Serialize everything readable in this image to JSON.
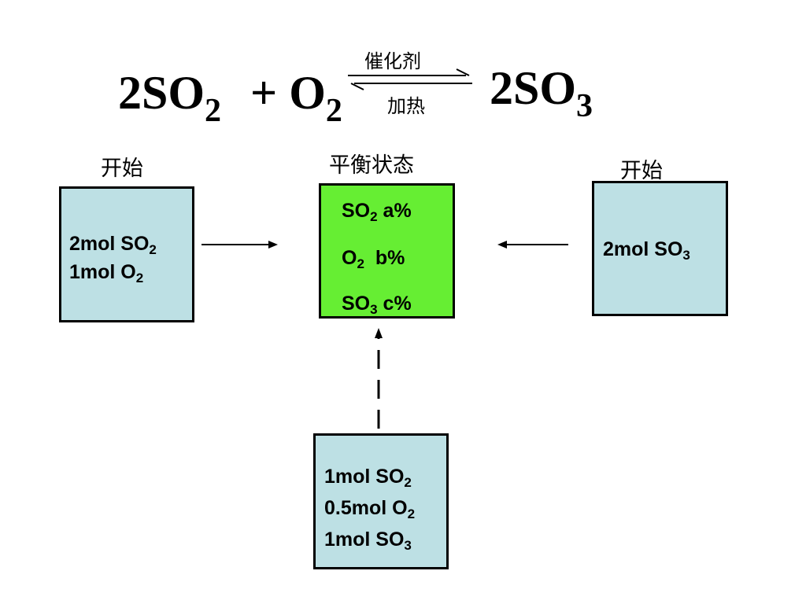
{
  "equation": {
    "left1_coef": "2SO",
    "left1_sub": "2",
    "plus": "+",
    "left2": "O",
    "left2_sub": "2",
    "right_coef": "2SO",
    "right_sub": "3",
    "condition_top": "催化剂",
    "condition_bottom": "加热"
  },
  "labels": {
    "left_start": "开始",
    "equilibrium": "平衡状态",
    "right_start": "开始"
  },
  "left_box": {
    "line1": "2mol SO",
    "line1_sub": "2",
    "line2": "1mol O",
    "line2_sub": "2"
  },
  "center_box": {
    "r1": "SO",
    "r1_sub": "2",
    "r1_val": "a%",
    "r2": "O",
    "r2_sub": "2",
    "r2_val": "b%",
    "r3": "SO",
    "r3_sub": "3",
    "r3_val": "c%"
  },
  "right_box": {
    "line1": "2mol SO",
    "line1_sub": "3"
  },
  "bottom_box": {
    "line1": "1mol SO",
    "line1_sub": "2",
    "line2": "0.5mol O",
    "line2_sub": "2",
    "line3": "1mol SO",
    "line3_sub": "3"
  },
  "colors": {
    "blue_box": "#bde0e4",
    "green_box": "#66ee33"
  }
}
